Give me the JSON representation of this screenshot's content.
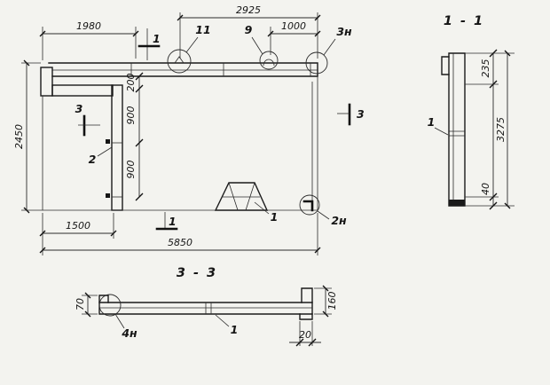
{
  "sheet": {
    "paper_color": "#f3f3ef",
    "ink_color": "#1a1a1a"
  },
  "drawing": {
    "main_view": {
      "dim_top_left": "1980",
      "dim_top_right_overall": "2925",
      "dim_top_right_sub": "1000",
      "dim_left_overall": "2450",
      "dim_chain": [
        "200",
        "900",
        "900"
      ],
      "dim_bottom_left": "1500",
      "dim_bottom_overall": "5850",
      "callout_top_mid": "11",
      "callout_top_loop": "9",
      "callout_top_right": "3н",
      "callout_bottom_right": "2н",
      "label_detail_bottom": "1",
      "label_rib": "2",
      "section_mark_top": "1",
      "section_mark_bottom": "1",
      "section_mark_left": "3",
      "section_mark_right": "3"
    },
    "section_1_1": {
      "title": "1 - 1",
      "dim_top": "235",
      "dim_overall": "3275",
      "dim_bottom": "40",
      "label_panel": "1"
    },
    "section_3_3": {
      "title": "3 - 3",
      "dim_left": "70",
      "dim_right": "160",
      "dim_bottom": "20",
      "callout_left": "4н",
      "label_panel": "1"
    }
  }
}
